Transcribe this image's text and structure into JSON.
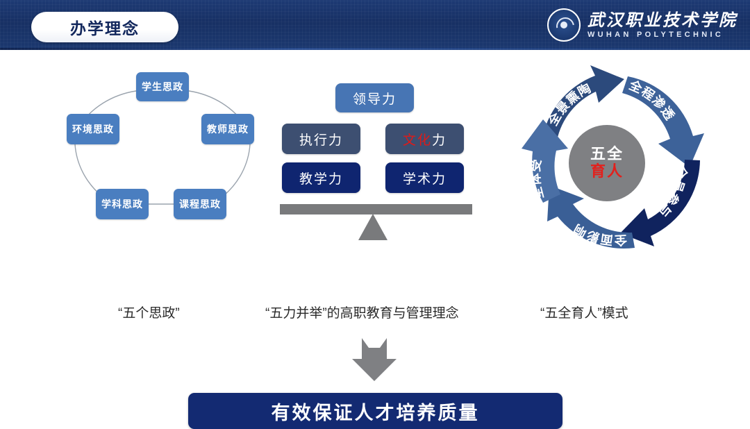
{
  "header": {
    "title": "办学理念",
    "brand": {
      "name_cn": "武汉职业技术学院",
      "name_en": "WUHAN POLYTECHNIC",
      "emblem_icon": "university-seal-icon"
    },
    "accent_navy": "#173064"
  },
  "panels": {
    "circle": {
      "caption": "“五个思政”",
      "node_color": "#4a7ec0",
      "nodes": [
        {
          "label": "学生思政",
          "position": "top"
        },
        {
          "label": "教师思政",
          "position": "right"
        },
        {
          "label": "课程思政",
          "position": "bottom-right"
        },
        {
          "label": "学科思政",
          "position": "bottom-left"
        },
        {
          "label": "环境思政",
          "position": "left"
        }
      ]
    },
    "balance": {
      "caption": "“五力并举”的高职教育与管理理念",
      "boxes": [
        {
          "label": "领导力",
          "color": "#4775b4",
          "highlight": ""
        },
        {
          "label": "执行力",
          "color": "#3d4f71",
          "highlight": ""
        },
        {
          "label": "文化力",
          "color": "#3d4f71",
          "highlight": "文化",
          "highlight_color": "#e01a18"
        },
        {
          "label": "教学力",
          "color": "#0f2570",
          "highlight": ""
        },
        {
          "label": "学术力",
          "color": "#0f2570",
          "highlight": ""
        }
      ],
      "bar_color": "#797a7c"
    },
    "cycle": {
      "caption": "“五全育人”模式",
      "center_top": "五全",
      "center_bottom": "育人",
      "center_color": "#7f8083",
      "center_bottom_color": "#e3201c",
      "arcs": [
        {
          "label": "全景熏陶",
          "color": "#2c4a7c"
        },
        {
          "label": "全程渗透",
          "color": "#3d6299"
        },
        {
          "label": "全员参与",
          "color": "#10235e"
        },
        {
          "label": "全面影响",
          "color": "#3a5f96"
        },
        {
          "label": "全体受益",
          "color": "#4a6fa5"
        }
      ]
    }
  },
  "flow": {
    "arrow_icon": "down-arrow-icon",
    "arrow_color": "#7f8083"
  },
  "conclusion": {
    "text": "有效保证人才培养质量",
    "background": "#132a72"
  }
}
